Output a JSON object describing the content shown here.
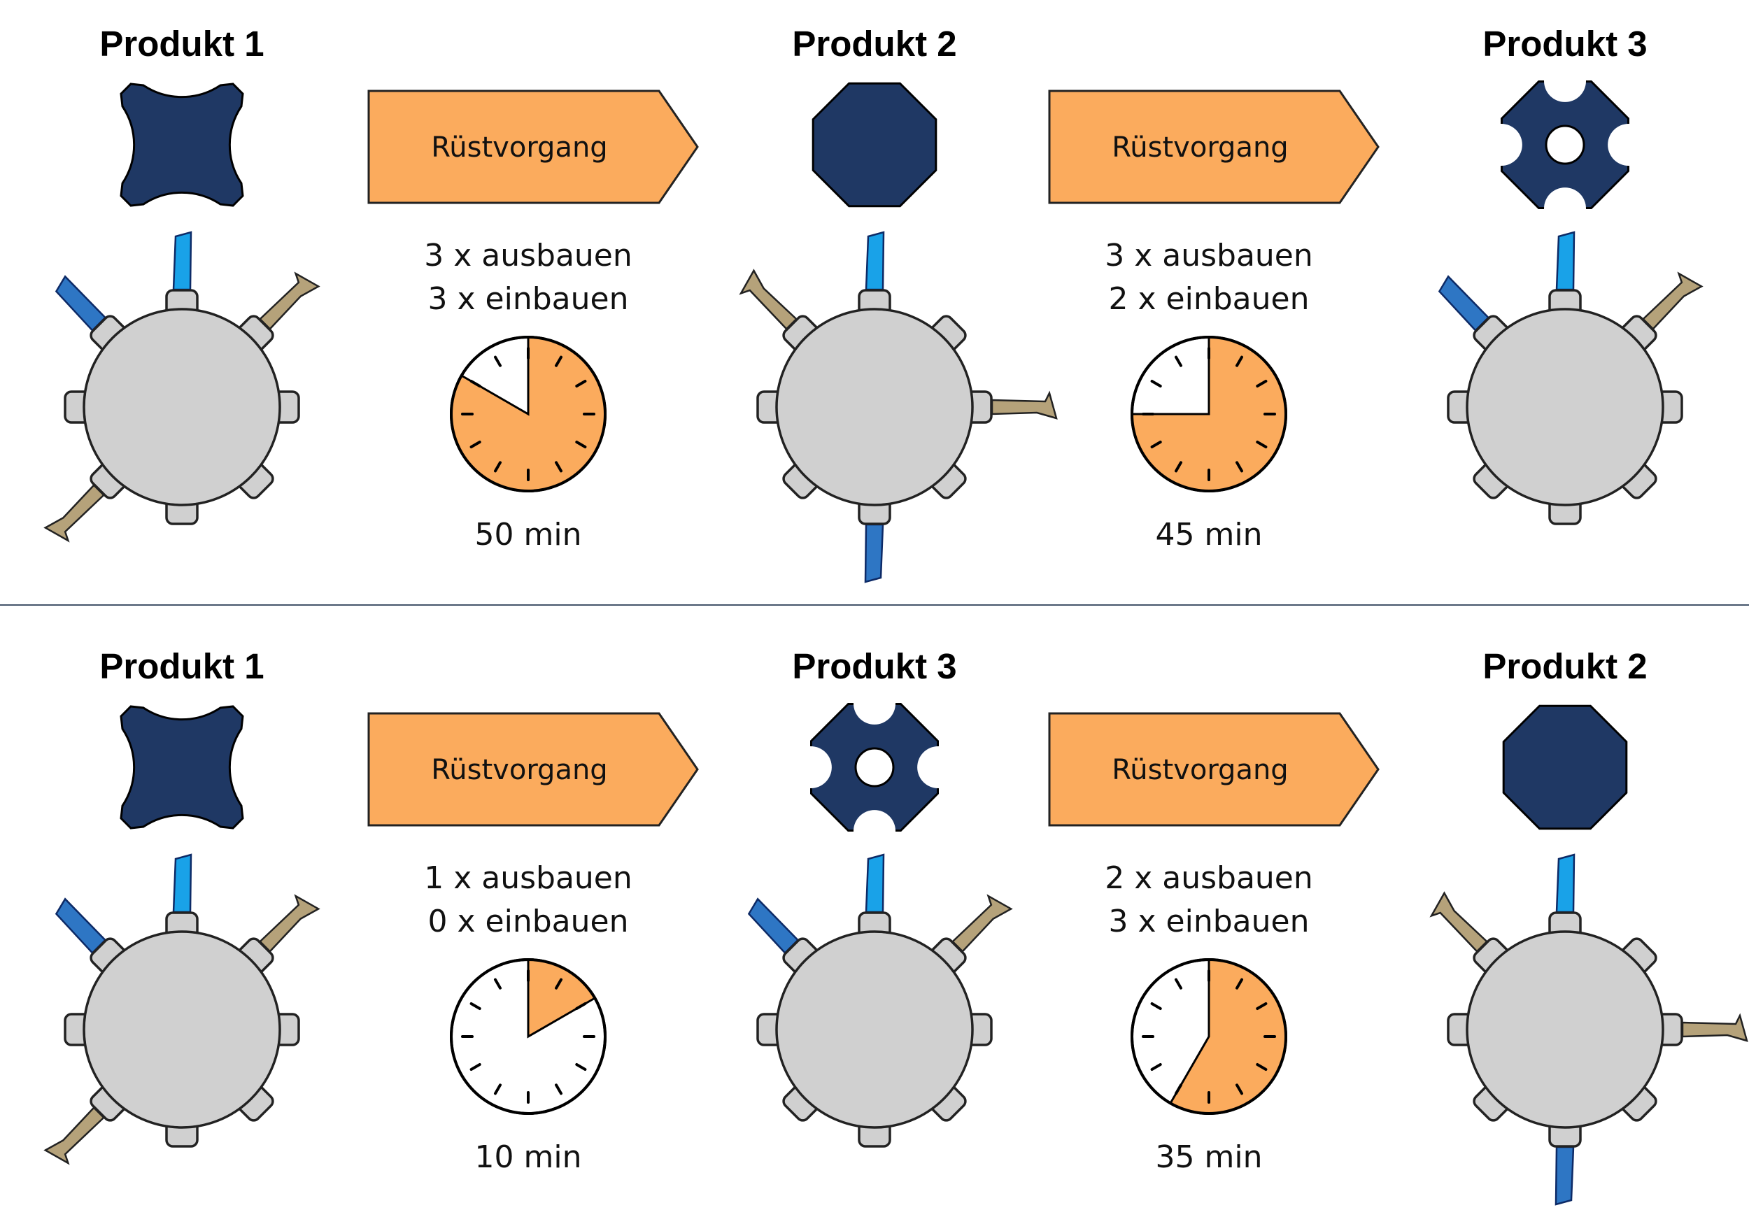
{
  "rows": [
    {
      "products": [
        {
          "title": "Produkt 1",
          "shape": "concave-square",
          "tools": [
            "blue-up",
            "blue-nw",
            "brown-ne",
            "brown-sw"
          ]
        },
        {
          "title": "Produkt 2",
          "shape": "octagon",
          "tools": [
            "blue-up",
            "brown-nw",
            "brown-east",
            "blue-down"
          ]
        },
        {
          "title": "Produkt 3",
          "shape": "notched-octagon-with-hole",
          "tools": [
            "blue-up",
            "blue-nw",
            "brown-ne"
          ]
        }
      ],
      "steps": [
        {
          "arrow_label": "Rüstvorgang",
          "line1": "3 x ausbauen",
          "line2": "3 x einbauen",
          "time_label": "50 min",
          "minutes": 50
        },
        {
          "arrow_label": "Rüstvorgang",
          "line1": "3 x ausbauen",
          "line2": "2 x einbauen",
          "time_label": "45 min",
          "minutes": 45
        }
      ]
    },
    {
      "products": [
        {
          "title": "Produkt 1",
          "shape": "concave-square",
          "tools": [
            "blue-up",
            "blue-nw",
            "brown-ne",
            "brown-sw"
          ]
        },
        {
          "title": "Produkt 3",
          "shape": "notched-octagon-with-hole",
          "tools": [
            "blue-up",
            "blue-nw",
            "brown-ne"
          ]
        },
        {
          "title": "Produkt 2",
          "shape": "octagon",
          "tools": [
            "blue-up",
            "brown-nw",
            "brown-east",
            "blue-down"
          ]
        }
      ],
      "steps": [
        {
          "arrow_label": "Rüstvorgang",
          "line1": "1 x ausbauen",
          "line2": "0 x einbauen",
          "time_label": "10 min",
          "minutes": 10
        },
        {
          "arrow_label": "Rüstvorgang",
          "line1": "2 x ausbauen",
          "line2": "3 x einbauen",
          "time_label": "35 min",
          "minutes": 35
        }
      ]
    }
  ],
  "colors": {
    "product_shape": "#1f3864",
    "arrow_fill": "#fbab5d",
    "clock_elapsed": "#fbab5d",
    "clock_face": "#ffffff",
    "gear": "#d0d0d0",
    "tool_blue": "#19a2e8",
    "tool_brown": "#b5a27a",
    "divider": "#44546a"
  }
}
